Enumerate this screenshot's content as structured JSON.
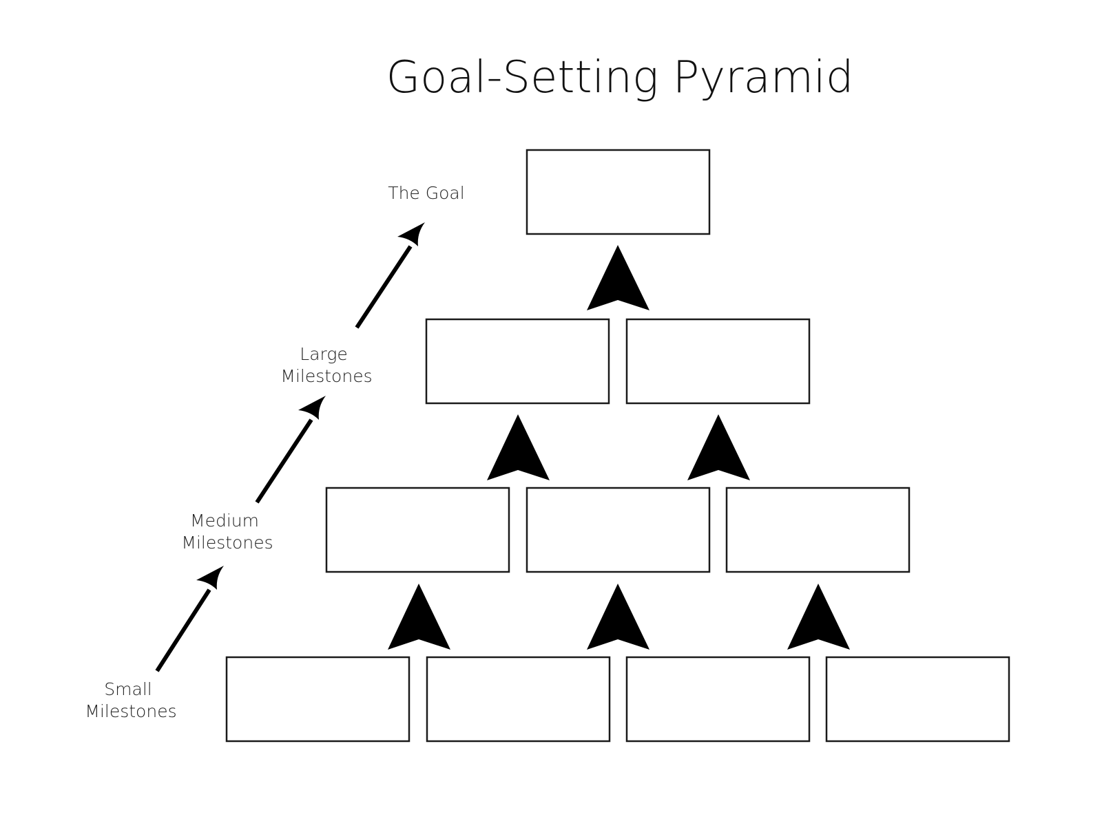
{
  "title": "Goal-Setting Pyramid",
  "levels": [
    {
      "label_lines": [
        "The Goal"
      ],
      "box_count": 1
    },
    {
      "label_lines": [
        "Large",
        "Milestones"
      ],
      "box_count": 2
    },
    {
      "label_lines": [
        "Medium",
        "Milestones"
      ],
      "box_count": 3
    },
    {
      "label_lines": [
        "Small",
        "Milestones"
      ],
      "box_count": 4
    }
  ],
  "colors": {
    "stroke": "#1a1a1a",
    "fill": "#ffffff",
    "arrow": "#000000"
  }
}
